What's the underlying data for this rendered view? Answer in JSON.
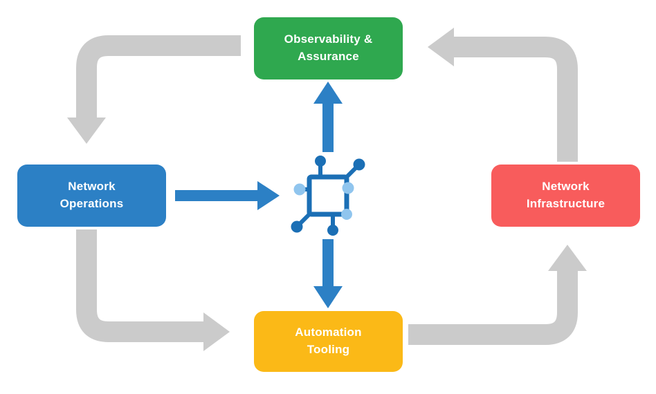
{
  "diagram": {
    "nodes": {
      "observability": {
        "lines": [
          "Observability &",
          "Assurance"
        ],
        "color": "#2FA84F"
      },
      "operations": {
        "lines": [
          "Network",
          "Operations"
        ],
        "color": "#2C80C5"
      },
      "infrastructure": {
        "lines": [
          "Network",
          "Infrastructure"
        ],
        "color": "#F85C5C"
      },
      "automation": {
        "lines": [
          "Automation",
          "Tooling"
        ],
        "color": "#FBB917"
      }
    },
    "center_icon": {
      "name": "network-automation-icon"
    },
    "colors": {
      "background": "#FFFFFF",
      "arrow_gray": "#CBCBCB",
      "arrow_blue": "#2C80C5",
      "icon_dark": "#1B6FB5",
      "icon_light": "#90C5EE",
      "label_text": "#FFFFFF"
    },
    "edges": [
      {
        "from": "Observability & Assurance",
        "to": "Network Operations",
        "color": "gray"
      },
      {
        "from": "Network Operations",
        "to": "center-icon",
        "color": "blue"
      },
      {
        "from": "center-icon",
        "to": "Observability & Assurance",
        "color": "blue"
      },
      {
        "from": "center-icon",
        "to": "Automation Tooling",
        "color": "blue"
      },
      {
        "from": "Network Operations",
        "to": "Automation Tooling",
        "color": "gray"
      },
      {
        "from": "Automation Tooling",
        "to": "Network Infrastructure",
        "color": "gray"
      },
      {
        "from": "Network Infrastructure",
        "to": "Observability & Assurance",
        "color": "gray"
      }
    ]
  }
}
